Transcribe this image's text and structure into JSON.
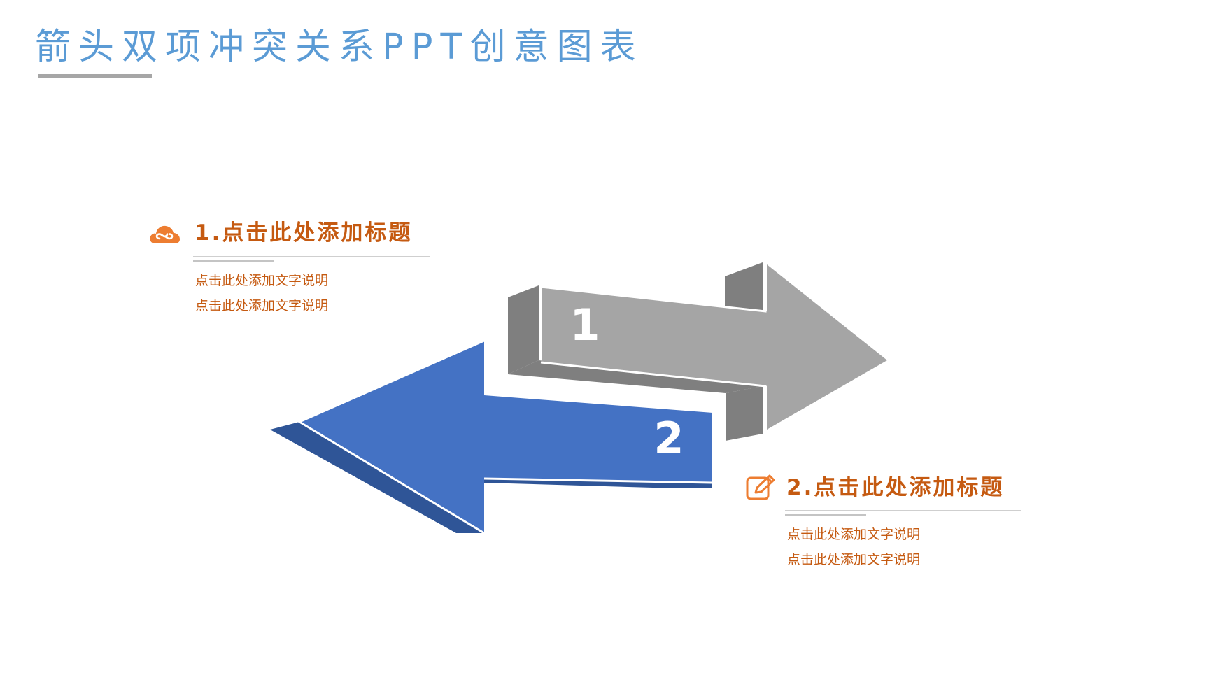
{
  "slide": {
    "title": "箭头双项冲突关系PPT创意图表"
  },
  "colors": {
    "title": "#5b9bd5",
    "underline": "#a6a6a6",
    "accent_orange": "#c55a11",
    "icon_orange": "#ed7d31",
    "blue_face": "#4472c4",
    "blue_side": "#2f5597",
    "gray_face": "#a5a5a5",
    "gray_side": "#7f7f7f"
  },
  "arrows": [
    {
      "id": "arrow-gray",
      "direction": "right",
      "number": "1"
    },
    {
      "id": "arrow-blue",
      "direction": "left",
      "number": "2"
    }
  ],
  "items": [
    {
      "icon": "cloud-link-icon",
      "title": "1.点击此处添加标题",
      "lines": [
        "点击此处添加文字说明",
        "点击此处添加文字说明"
      ]
    },
    {
      "icon": "edit-icon",
      "title": "2.点击此处添加标题",
      "lines": [
        "点击此处添加文字说明",
        "点击此处添加文字说明"
      ]
    }
  ]
}
